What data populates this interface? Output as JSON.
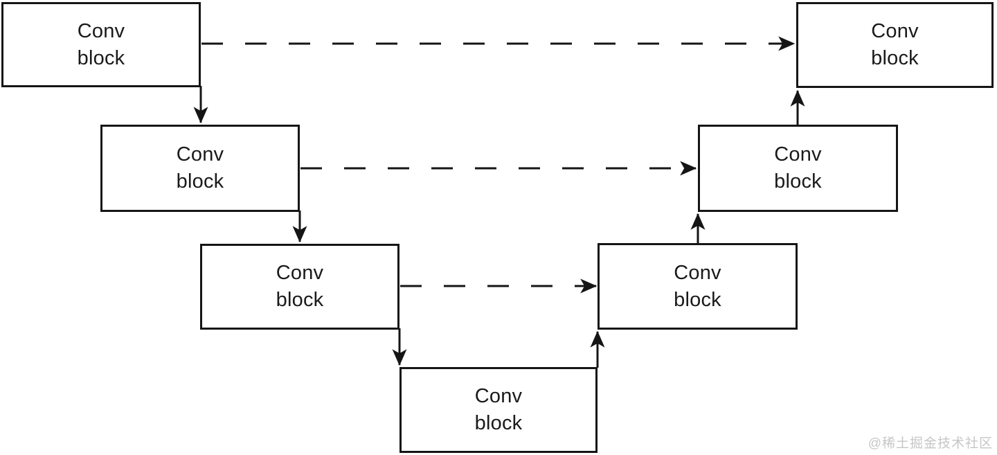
{
  "diagram": {
    "type": "u-net-architecture",
    "boxes": [
      {
        "id": "encoder-1",
        "label": "Conv\nblock"
      },
      {
        "id": "encoder-2",
        "label": "Conv\nblock"
      },
      {
        "id": "encoder-3",
        "label": "Conv\nblock"
      },
      {
        "id": "bottleneck",
        "label": "Conv\nblock"
      },
      {
        "id": "decoder-3",
        "label": "Conv\nblock"
      },
      {
        "id": "decoder-2",
        "label": "Conv\nblock"
      },
      {
        "id": "decoder-1",
        "label": "Conv\nblock"
      }
    ],
    "connections": [
      {
        "from": "encoder-1",
        "to": "encoder-2",
        "style": "solid-arrow"
      },
      {
        "from": "encoder-2",
        "to": "encoder-3",
        "style": "solid-arrow"
      },
      {
        "from": "encoder-3",
        "to": "bottleneck",
        "style": "solid-arrow"
      },
      {
        "from": "bottleneck",
        "to": "decoder-3",
        "style": "solid-arrow"
      },
      {
        "from": "decoder-3",
        "to": "decoder-2",
        "style": "solid-arrow"
      },
      {
        "from": "decoder-2",
        "to": "decoder-1",
        "style": "solid-arrow"
      },
      {
        "from": "encoder-1",
        "to": "decoder-1",
        "style": "dashed-arrow"
      },
      {
        "from": "encoder-2",
        "to": "decoder-2",
        "style": "dashed-arrow"
      },
      {
        "from": "encoder-3",
        "to": "decoder-3",
        "style": "dashed-arrow"
      }
    ],
    "colors": {
      "line": "#151515",
      "box_border": "#151515",
      "box_background": "#ffffff",
      "page_background": "#ffffff",
      "watermark": "#c6c6c6"
    }
  },
  "watermark": {
    "text": "@稀土掘金技术社区"
  }
}
